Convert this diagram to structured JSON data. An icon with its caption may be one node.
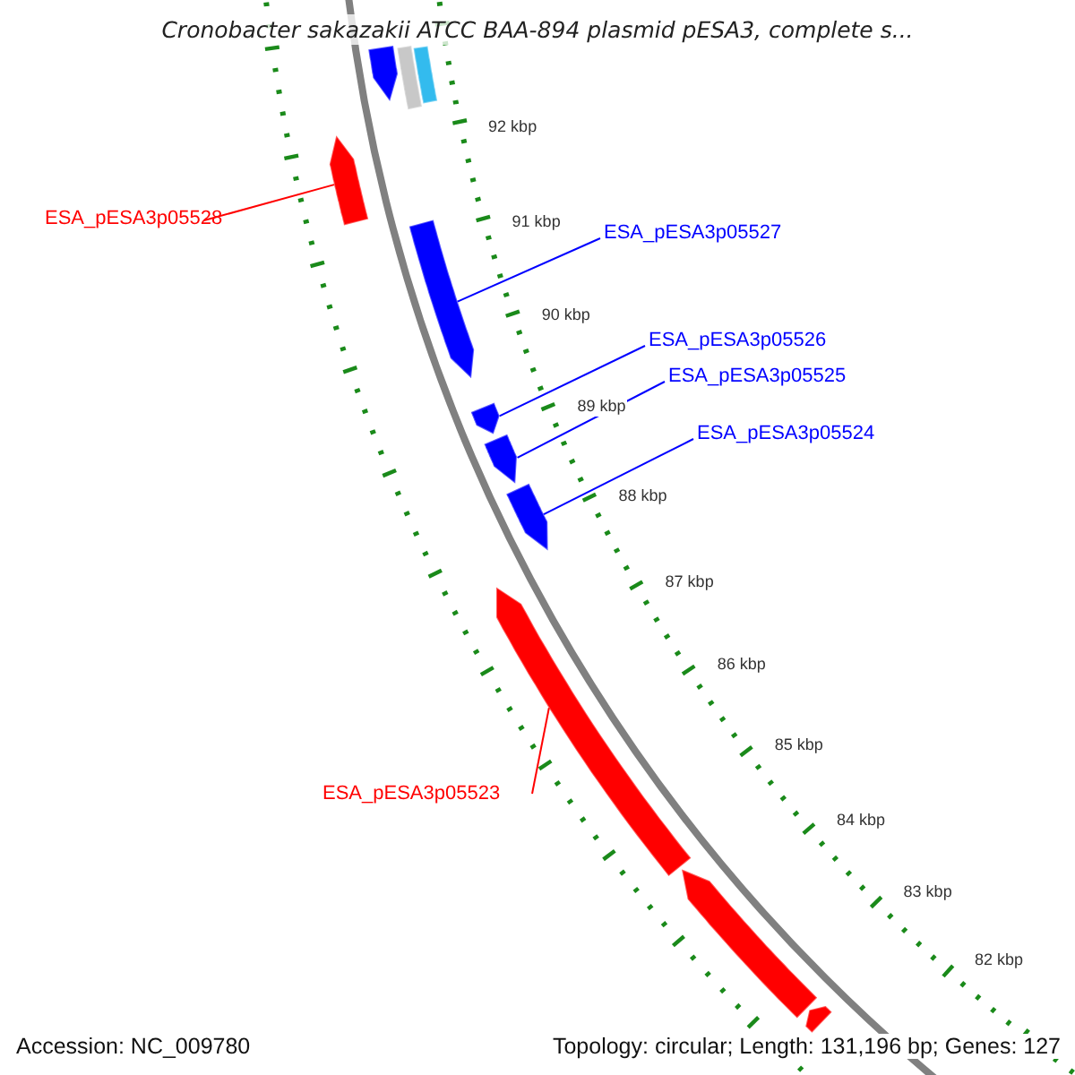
{
  "diagram": {
    "title": "Cronobacter sakazakii ATCC BAA-894 plasmid pESA3, complete s...",
    "nodes": [
      {
        "text": [],
        "shape": "arrow"
      },
      {
        "text": [],
        "shape": "bar"
      },
      {
        "text": [],
        "shape": "bar"
      },
      {
        "text": [
          "ESA_pESA3p05528"
        ]
      },
      {
        "text": [],
        "shape": "arrow"
      },
      {
        "text": [],
        "shape": "arrow"
      },
      {
        "text": [
          "ESA_pESA3p05527"
        ]
      },
      {
        "text": [
          "ESA_pESA3p05526"
        ]
      },
      {
        "text": [],
        "shape": "arrow"
      },
      {
        "text": [
          "ESA_pESA3p05525"
        ]
      },
      {
        "text": [],
        "shape": "arrow"
      },
      {
        "text": [
          "ESA_pESA3p05524"
        ]
      },
      {
        "text": [],
        "shape": "arrow"
      },
      {
        "text": [],
        "shape": "arrow"
      },
      {
        "text": [
          "ESA_pESA3p05523"
        ]
      },
      {
        "text": [],
        "shape": "arrow"
      },
      {
        "text": [],
        "shape": "arrow"
      }
    ],
    "edges": [
      {
        "from": 3,
        "to": 4,
        "arrow": "none",
        "color": "#ff0000"
      },
      {
        "from": 6,
        "to": 5,
        "arrow": "none"
      },
      {
        "from": 7,
        "to": 8,
        "arrow": "none"
      },
      {
        "from": 9,
        "to": 10,
        "arrow": "none"
      },
      {
        "from": 11,
        "to": 12,
        "arrow": "none"
      },
      {
        "from": 14,
        "to": 13,
        "arrow": "none",
        "color": "#ff0000"
      }
    ],
    "labels": [
      "92 kbp",
      "91 kbp",
      "90 kbp",
      "89 kbp",
      "88 kbp",
      "87 kbp",
      "86 kbp",
      "85 kbp",
      "84 kbp",
      "83 kbp",
      "82 kbp",
      "Accession: NC_009780",
      "Topology: circular; Length: 131,196 bp; Genes: 127"
    ]
  }
}
